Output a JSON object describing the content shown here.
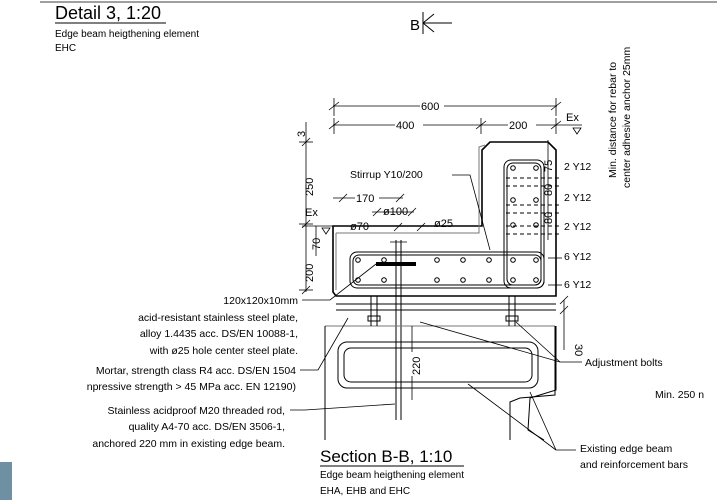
{
  "detail_title": "Detail 3, 1:20",
  "detail_subtitle_1": "Edge beam heigthening element",
  "detail_subtitle_2": "EHC",
  "section_marker": "B",
  "section_title": "Section B-B, 1:10",
  "section_subtitle_1": "Edge beam heigthening element",
  "section_subtitle_2": "EHA, EHB and EHC",
  "dimensions": {
    "d600": "600",
    "d400": "400",
    "d200": "200",
    "d250": "250",
    "d3": "3",
    "d170": "170",
    "d100": "ø100",
    "d70": "ø70",
    "d25": "ø25",
    "d70v": "70",
    "d200v": "200",
    "d75": "75",
    "d80a": "80",
    "d80b": "80",
    "d30": "30",
    "d220": "220",
    "ex_left": "Ex",
    "ex_right": "Ex"
  },
  "labels": {
    "stirrup": "Stirrup Y10/200",
    "min_dist_1": "Min. distance for rebar to",
    "min_dist_2": "center adhesive anchor 25mm",
    "rebar_1": "2 Y12",
    "rebar_2": "2 Y12",
    "rebar_3": "2 Y12",
    "rebar_4": "6 Y12",
    "rebar_5": "6 Y12",
    "plate_1": "120x120x10mm",
    "plate_2": "acid-resistant stainless steel plate,",
    "plate_3": "alloy 1.4435 acc. DS/EN 10088-1,",
    "plate_4": "with ø25 hole center steel plate.",
    "mortar_1": "Mortar, strength class R4 acc. DS/EN 1504",
    "mortar_2": "npressive strength > 45 MPa acc. EN 12190)",
    "rod_1": "Stainless acidproof M20 threaded rod,",
    "rod_2": "quality A4-70 acc. DS/EN 3506-1,",
    "rod_3": "anchored 220 mm in existing edge beam.",
    "adjustment": "Adjustment bolts",
    "min250": "Min. 250 n",
    "existing_1": "Existing edge beam",
    "existing_2": "and reinforcement bars"
  }
}
